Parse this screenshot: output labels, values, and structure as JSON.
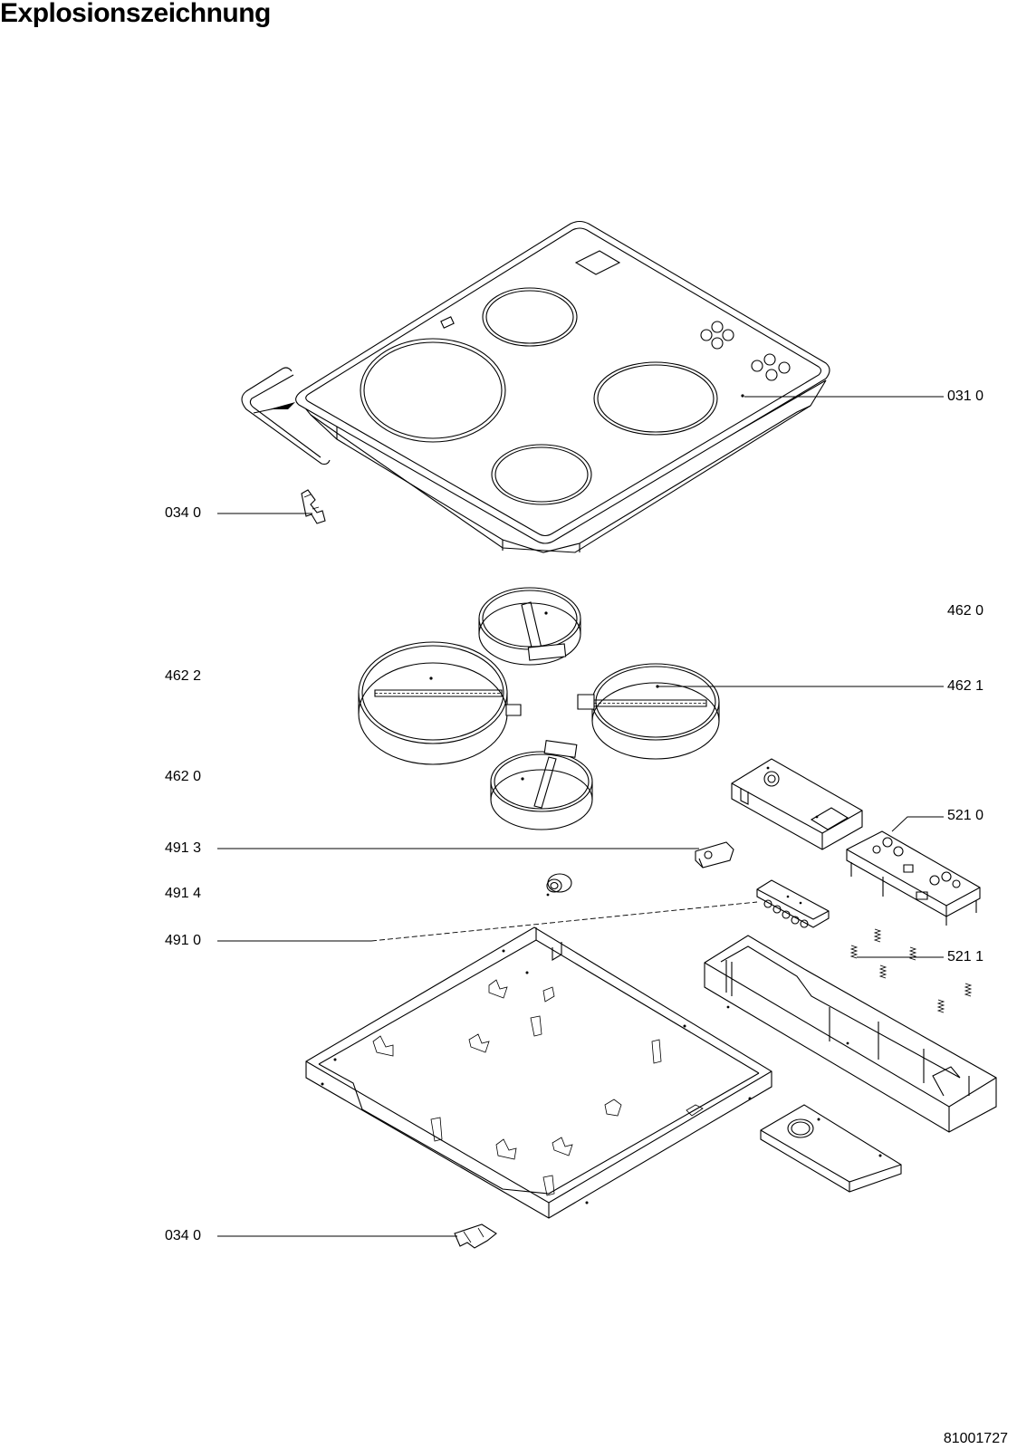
{
  "title": "Explosionszeichnung",
  "document_number": "81001727",
  "parts": [
    {
      "label": "031 0"
    },
    {
      "label": "034 0"
    },
    {
      "label": "462 0"
    },
    {
      "label": "462 2"
    },
    {
      "label": "462 1"
    },
    {
      "label": "462 0"
    },
    {
      "label": "521 0"
    },
    {
      "label": "491 3"
    },
    {
      "label": "491 4"
    },
    {
      "label": "491 0"
    },
    {
      "label": "521 1"
    },
    {
      "label": "034 0"
    }
  ]
}
